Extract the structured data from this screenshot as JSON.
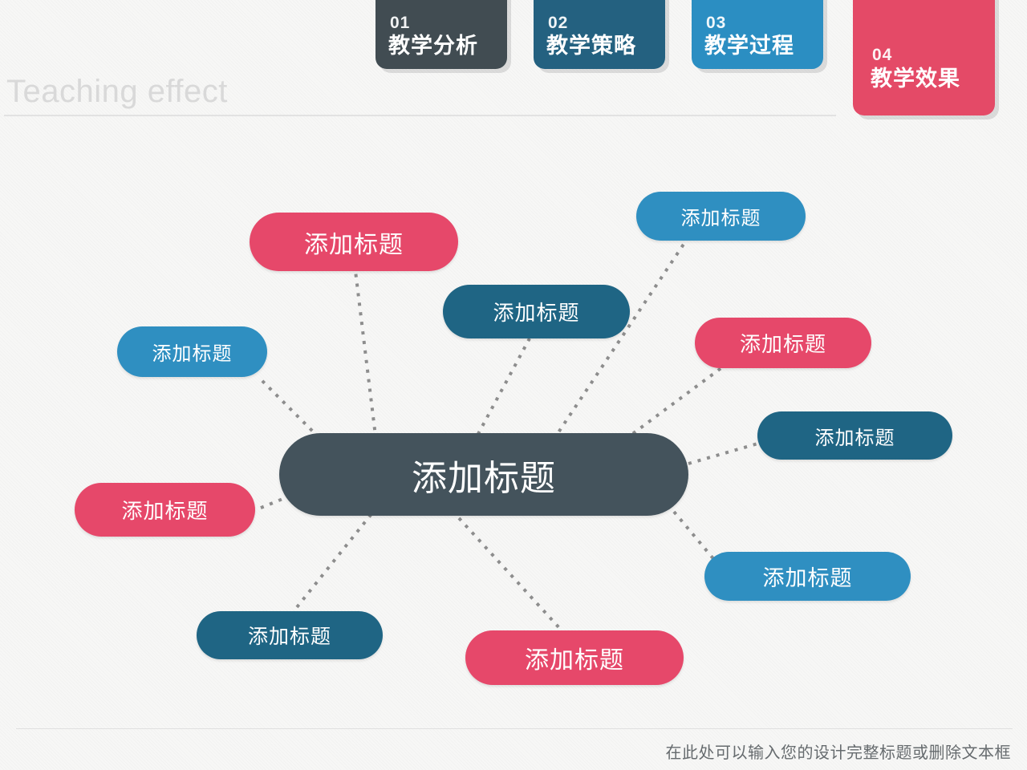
{
  "header": {
    "tabs": [
      {
        "num": "01",
        "name": "教学分析",
        "color": "#414c52",
        "active": false
      },
      {
        "num": "02",
        "name": "教学策略",
        "color": "#246180",
        "active": false
      },
      {
        "num": "03",
        "name": "教学过程",
        "color": "#2b8ec2",
        "active": false
      },
      {
        "num": "04",
        "name": "教学效果",
        "color": "#e44a67",
        "active": true
      }
    ]
  },
  "title": "Teaching effect",
  "footer": {
    "note": "在此处可以输入您的设计完整标题或删除文本框"
  },
  "mindmap": {
    "center": {
      "label": "添加标题",
      "color": "#44535c"
    },
    "branches": [
      {
        "label": "添加标题",
        "color": "#e6486a",
        "theme": "pink"
      },
      {
        "label": "添加标题",
        "color": "#2f8fc1",
        "theme": "blue"
      },
      {
        "label": "添加标题",
        "color": "#1f6584",
        "theme": "teal"
      },
      {
        "label": "添加标题",
        "color": "#2f8fc1",
        "theme": "blue"
      },
      {
        "label": "添加标题",
        "color": "#e6486a",
        "theme": "pink"
      },
      {
        "label": "添加标题",
        "color": "#1f6584",
        "theme": "teal"
      },
      {
        "label": "添加标题",
        "color": "#e6486a",
        "theme": "pink"
      },
      {
        "label": "添加标题",
        "color": "#2f8fc1",
        "theme": "blue"
      },
      {
        "label": "添加标题",
        "color": "#e6486a",
        "theme": "pink"
      },
      {
        "label": "添加标题",
        "color": "#1f6584",
        "theme": "teal"
      }
    ]
  }
}
